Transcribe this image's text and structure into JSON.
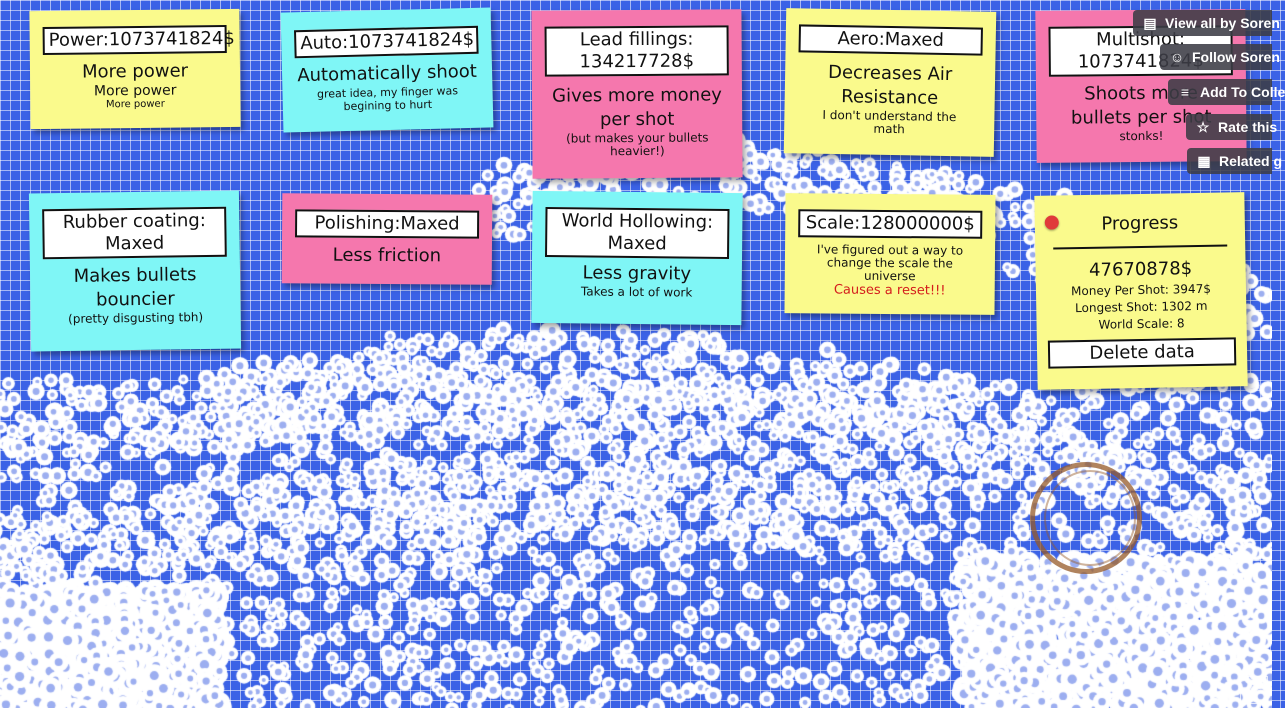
{
  "upgrades": {
    "power": {
      "btn": "Power:1073741824$",
      "desc1": "More power",
      "desc2": "More power",
      "desc3": "More power"
    },
    "auto": {
      "btn": "Auto:1073741824$",
      "desc1": "Automatically shoot",
      "desc2": "great idea, my finger was begining to hurt"
    },
    "lead": {
      "btn": "Lead fillings: 134217728$",
      "desc1": "Gives more money per shot",
      "desc2": "(but makes your bullets heavier!)"
    },
    "aero": {
      "btn": "Aero:Maxed",
      "desc1": "Decreases Air Resistance",
      "desc2": "I don't understand the math"
    },
    "multishot": {
      "btn": "Multishot: 1073741824$",
      "desc1": "Shoots more bullets per shot",
      "desc2": "stonks!"
    },
    "rubber": {
      "btn": "Rubber coating: Maxed",
      "desc1": "Makes bullets bouncier",
      "desc2": "(pretty disgusting tbh)"
    },
    "polish": {
      "btn": "Polishing:Maxed",
      "desc1": "Less friction"
    },
    "hollow": {
      "btn": "World Hollowing: Maxed",
      "desc1": "Less gravity",
      "desc2": "Takes a lot of work"
    },
    "scale": {
      "btn": "Scale:128000000$",
      "desc1": "I've figured out a way to change the scale the universe",
      "warning": "Causes a reset!!!"
    }
  },
  "progress": {
    "title": "Progress",
    "money": "47670878$",
    "money_per_shot": "Money Per Shot: 3947$",
    "longest_shot": "Longest Shot: 1302 m",
    "world_scale": "World Scale: 8",
    "delete": "Delete data"
  },
  "itch_bar": {
    "view_all": "View all by Soren",
    "follow": "Follow Soren",
    "add": "Add To Colle",
    "rate": "Rate this",
    "related": "Related g"
  },
  "icons": {
    "view_all": "itch-logo-icon",
    "follow": "follow-user-icon",
    "add": "add-to-collection-icon",
    "rate": "star-icon",
    "related": "map-icon",
    "fullscreen": "fullscreen-icon"
  },
  "colors": {
    "background": "#3b62e6",
    "grid": "#ffffff",
    "note_yellow": "#fafa8c",
    "note_cyan": "#7ff6f6",
    "note_pink": "#f577ad",
    "warning": "#d41d1d",
    "progress_dot": "#e03a3a",
    "stain": "#965a28"
  }
}
